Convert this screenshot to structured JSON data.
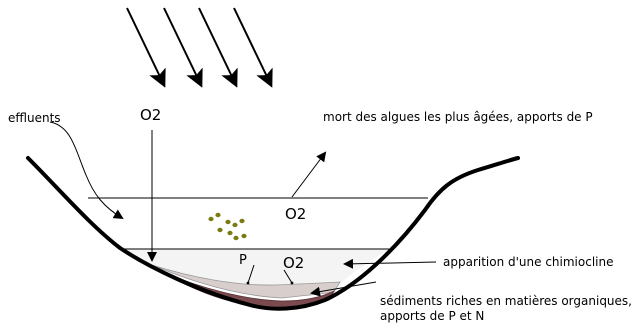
{
  "labels": {
    "effluents": "effluents",
    "o2_top": "O2",
    "algae_death": "mort des algues les plus âgées, apports de P",
    "o2_surface": "O2",
    "p_label": "P",
    "o2_bottom": "O2",
    "chemocline": "apparition d'une chimiocline",
    "sediments_line1": "sédiments riches en matières organiques,",
    "sediments_line2": "apports de P et N"
  },
  "colors": {
    "basin_outline": "#000000",
    "hypolimnion_fill": "#f4f4f4",
    "sediment_light": "#d8cfcc",
    "sediment_dark": "#7a4a4e",
    "algae": "#7a7a10"
  }
}
